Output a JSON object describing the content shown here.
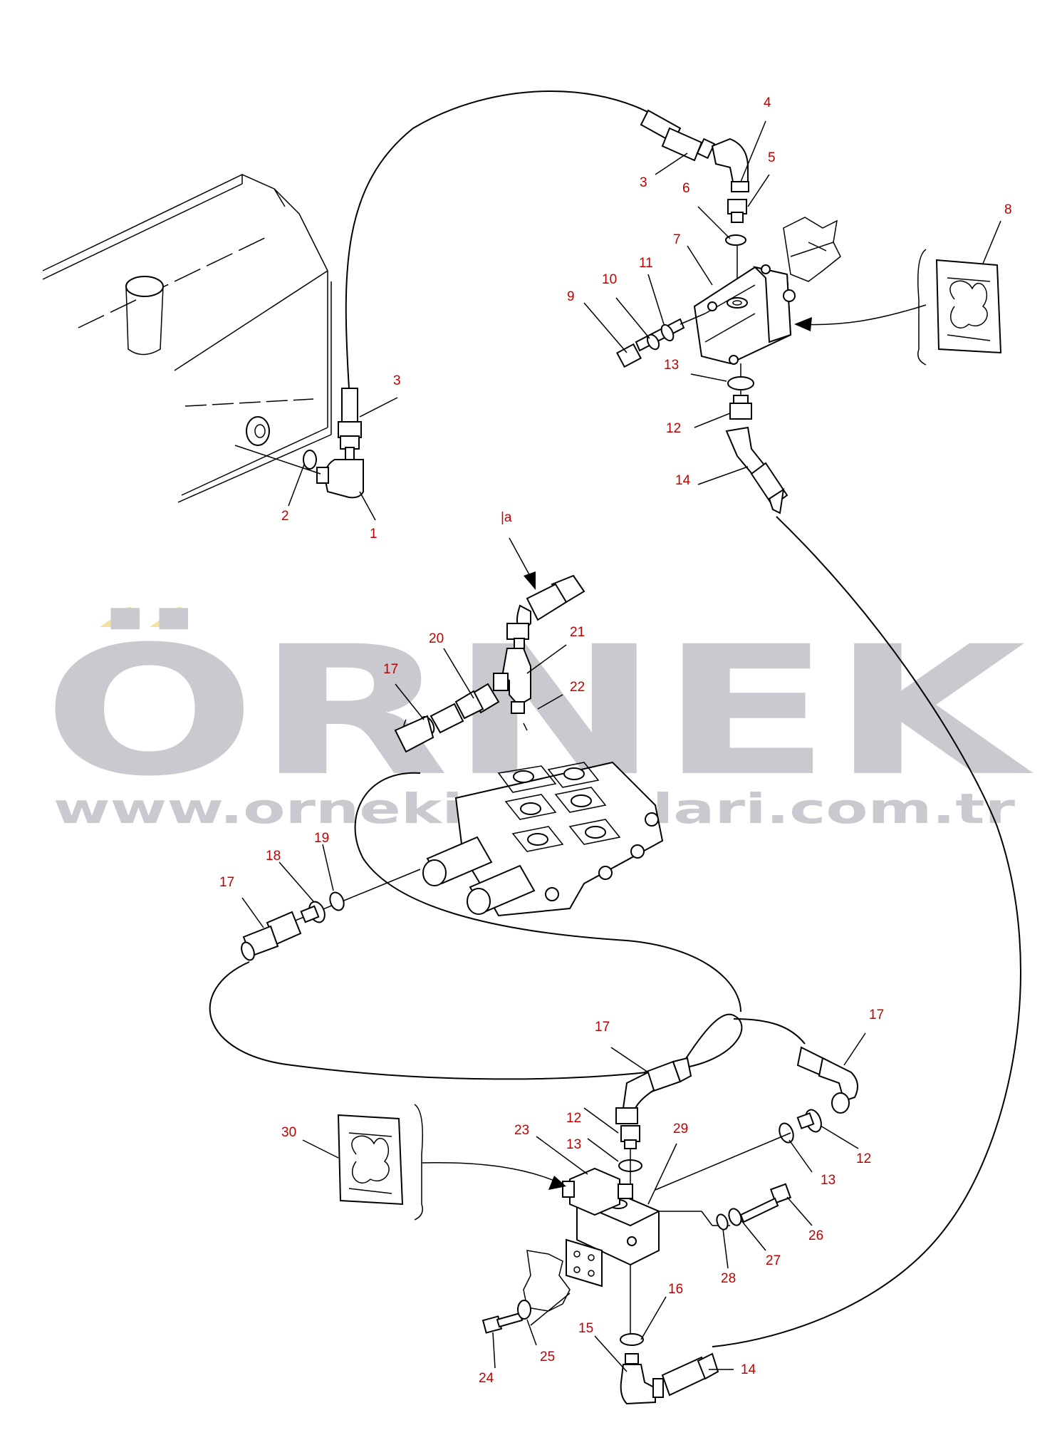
{
  "watermark": {
    "brand": "ÖRNEK",
    "url": "www.ornekis...aalari.com.tr",
    "accent_color": "#f2e3a0",
    "text_color": "#c9c9cf"
  },
  "callouts": {
    "c1": "1",
    "c2": "2",
    "c3a": "3",
    "c3b": "3",
    "c4": "4",
    "c5": "5",
    "c6": "6",
    "c7": "7",
    "c8": "8",
    "c9": "9",
    "c10": "10",
    "c11": "11",
    "c12a": "12",
    "c12b": "12",
    "c12c": "12",
    "c13a": "13",
    "c13b": "13",
    "c13c": "13",
    "c14a": "14",
    "c14b": "14",
    "c15": "15",
    "c16": "16",
    "c17a": "17",
    "c17b": "17",
    "c17c": "17",
    "c17d": "17",
    "c18": "18",
    "c19": "19",
    "c20": "20",
    "c21": "21",
    "c22": "22",
    "c23": "23",
    "c24": "24",
    "c25": "25",
    "c26": "26",
    "c27": "27",
    "c28": "28",
    "c29": "29",
    "c30": "30",
    "ca": "|a"
  },
  "label_color": "#c00000"
}
